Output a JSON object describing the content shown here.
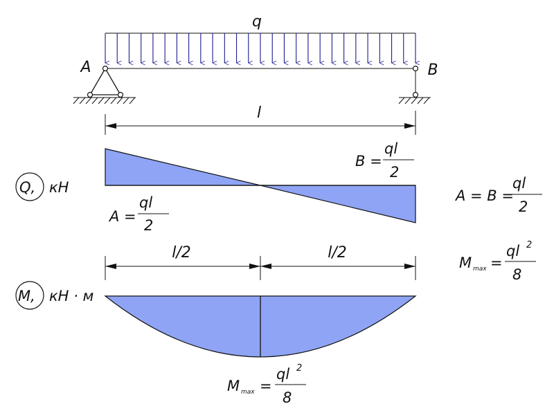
{
  "load": {
    "label": "q",
    "arrow_count": 27,
    "arrow_color": "#1a1a8c"
  },
  "supports": {
    "left_label": "A",
    "right_label": "B"
  },
  "span": {
    "label": "l",
    "half_left": "l/2",
    "half_right": "l/2"
  },
  "shear": {
    "label_circle": "Q,",
    "unit": "кН",
    "left_value": {
      "lhs": "A =",
      "num": "ql",
      "den": "2"
    },
    "right_value": {
      "lhs": "B =",
      "num": "ql",
      "den": "2"
    },
    "fill_color": "#8fa4f4"
  },
  "moment": {
    "label_circle": "M,",
    "unit": "кН · м",
    "max_value": {
      "lhs": "M",
      "sub": "max",
      "eq": "=",
      "num": "ql",
      "sup": "2",
      "den": "8"
    },
    "fill_color": "#8fa4f4"
  },
  "side_formulas": {
    "reactions": {
      "lhs": "A = B =",
      "num": "ql",
      "den": "2"
    },
    "max_moment": {
      "lhs": "M",
      "sub": "max",
      "eq": "=",
      "num": "ql",
      "sup": "2",
      "den": "8"
    }
  }
}
